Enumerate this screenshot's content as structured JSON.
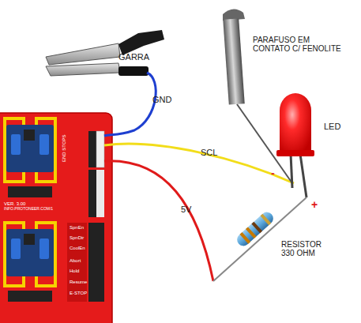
{
  "diagram": {
    "labels": [
      "GARRA",
      "GND",
      "SCL",
      "5V",
      "PARAFUSO EM CONTATO C/ FENOLITE",
      "LED",
      "-",
      "+",
      "RESISTOR 330 OHM",
      "VER. 3.00",
      "INFO.PROTONEER.COM/1",
      "END STOPS",
      "SpnEn",
      "SpnDir",
      "CoolEn",
      "Abort",
      "Hold",
      "Resume",
      "E-STOP"
    ]
  }
}
